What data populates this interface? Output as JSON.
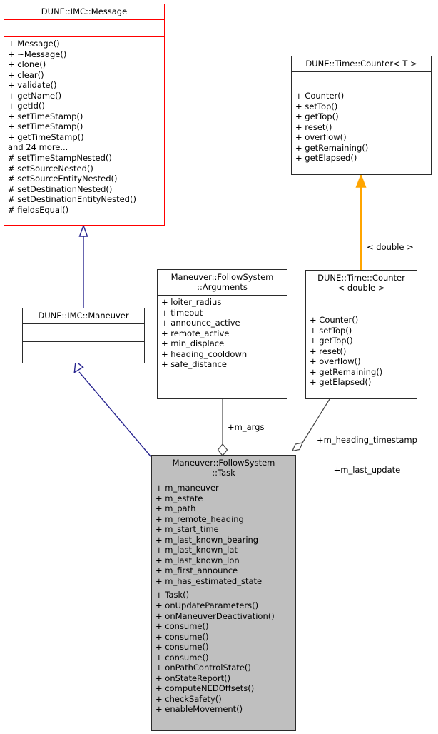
{
  "diagram": {
    "kind": "uml-class-diagram",
    "title": "Maneuver::FollowSystem::Task collaboration diagram",
    "colors": {
      "base_border": "#2b2b2b",
      "highlight_border": "#ff0000",
      "focus_fill": "#bfbfbf",
      "inheritance_line": "#27248f",
      "template_line": "#ffa500",
      "aggregation_line": "#454545",
      "background": "#ffffff"
    }
  },
  "classes": {
    "message": {
      "name": "DUNE::IMC::Message",
      "attributes": [],
      "operations": [
        "+ Message()",
        "+ ~Message()",
        "+ clone()",
        "+ clear()",
        "+ validate()",
        "+ getName()",
        "+ getId()",
        "+ setTimeStamp()",
        "+ setTimeStamp()",
        "+ getTimeStamp()",
        "and 24 more...",
        "# setTimeStampNested()",
        "# setSourceNested()",
        "# setSourceEntityNested()",
        "# setDestinationNested()",
        "# setDestinationEntityNested()",
        "# fieldsEqual()"
      ]
    },
    "counter_template": {
      "name": "DUNE::Time::Counter< T >",
      "attributes": [],
      "operations": [
        "+ Counter()",
        "+ setTop()",
        "+ getTop()",
        "+ reset()",
        "+ overflow()",
        "+ getRemaining()",
        "+ getElapsed()"
      ]
    },
    "counter_double": {
      "name_line1": "DUNE::Time::Counter",
      "name_line2": "< double >",
      "attributes": [],
      "operations": [
        "+ Counter()",
        "+ setTop()",
        "+ getTop()",
        "+ reset()",
        "+ overflow()",
        "+ getRemaining()",
        "+ getElapsed()"
      ]
    },
    "maneuver": {
      "name": "DUNE::IMC::Maneuver",
      "attributes": [],
      "operations": []
    },
    "arguments": {
      "name_line1": "Maneuver::FollowSystem",
      "name_line2": "::Arguments",
      "attributes": [
        "+ loiter_radius",
        "+ timeout",
        "+ announce_active",
        "+ remote_active",
        "+ min_displace",
        "+ heading_cooldown",
        "+ safe_distance"
      ],
      "operations": []
    },
    "task": {
      "name_line1": "Maneuver::FollowSystem",
      "name_line2": "::Task",
      "attributes": [
        "+ m_maneuver",
        "+ m_estate",
        "+ m_path",
        "+ m_remote_heading",
        "+ m_start_time",
        "+ m_last_known_bearing",
        "+ m_last_known_lat",
        "+ m_last_known_lon",
        "+ m_first_announce",
        "+ m_has_estimated_state"
      ],
      "operations": [
        "+ Task()",
        "+ onUpdateParameters()",
        "+ onManeuverDeactivation()",
        "+ consume()",
        "+ consume()",
        "+ consume()",
        "+ consume()",
        "+ onPathControlState()",
        "+ onStateReport()",
        "+ computeNEDOffsets()",
        "+ checkSafety()",
        "+ enableMovement()"
      ]
    }
  },
  "edges": {
    "template_binding_label": "< double >",
    "args_role_label": "+m_args",
    "counter_role_label_line1": "+m_heading_timestamp",
    "counter_role_label_line2": "+m_last_update"
  }
}
